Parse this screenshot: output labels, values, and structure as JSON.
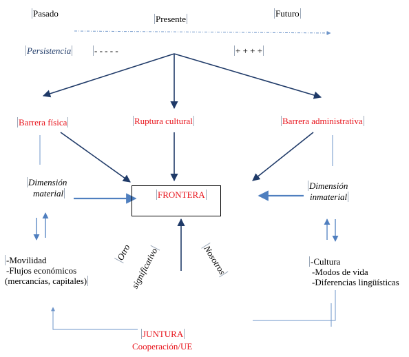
{
  "colors": {
    "arrow_dark": "#1f3a68",
    "arrow_blue": "#4f7fbf",
    "connector": "#6e95c9",
    "text_red": "#e8141c"
  },
  "timeline": {
    "past": "Pasado",
    "present": "Presente",
    "future": "Futuro"
  },
  "persistence": {
    "label": "Persistencia",
    "negative": "- - - - -",
    "positive": "+ + + +"
  },
  "barriers": {
    "physical": "Barrera física",
    "cultural": "Ruptura cultural",
    "administrative": "Barrera administrativa"
  },
  "frontier": "FRONTERA",
  "material": {
    "line1": "Dimensión",
    "line2": "material",
    "items": [
      "-Movilidad",
      "-Flujos económicos",
      "(mercancías, capitales)"
    ]
  },
  "immaterial": {
    "line1": "Dimensión",
    "line2": "inmaterial",
    "items": [
      "-Cultura",
      "-Modos de vida",
      "-Diferencias lingüísticas"
    ]
  },
  "other": {
    "line1": "Otro",
    "line2": "significativo"
  },
  "us": "Nosotros",
  "juncture": {
    "title": "JUNTURA",
    "subtitle": "Cooperación/UE"
  }
}
